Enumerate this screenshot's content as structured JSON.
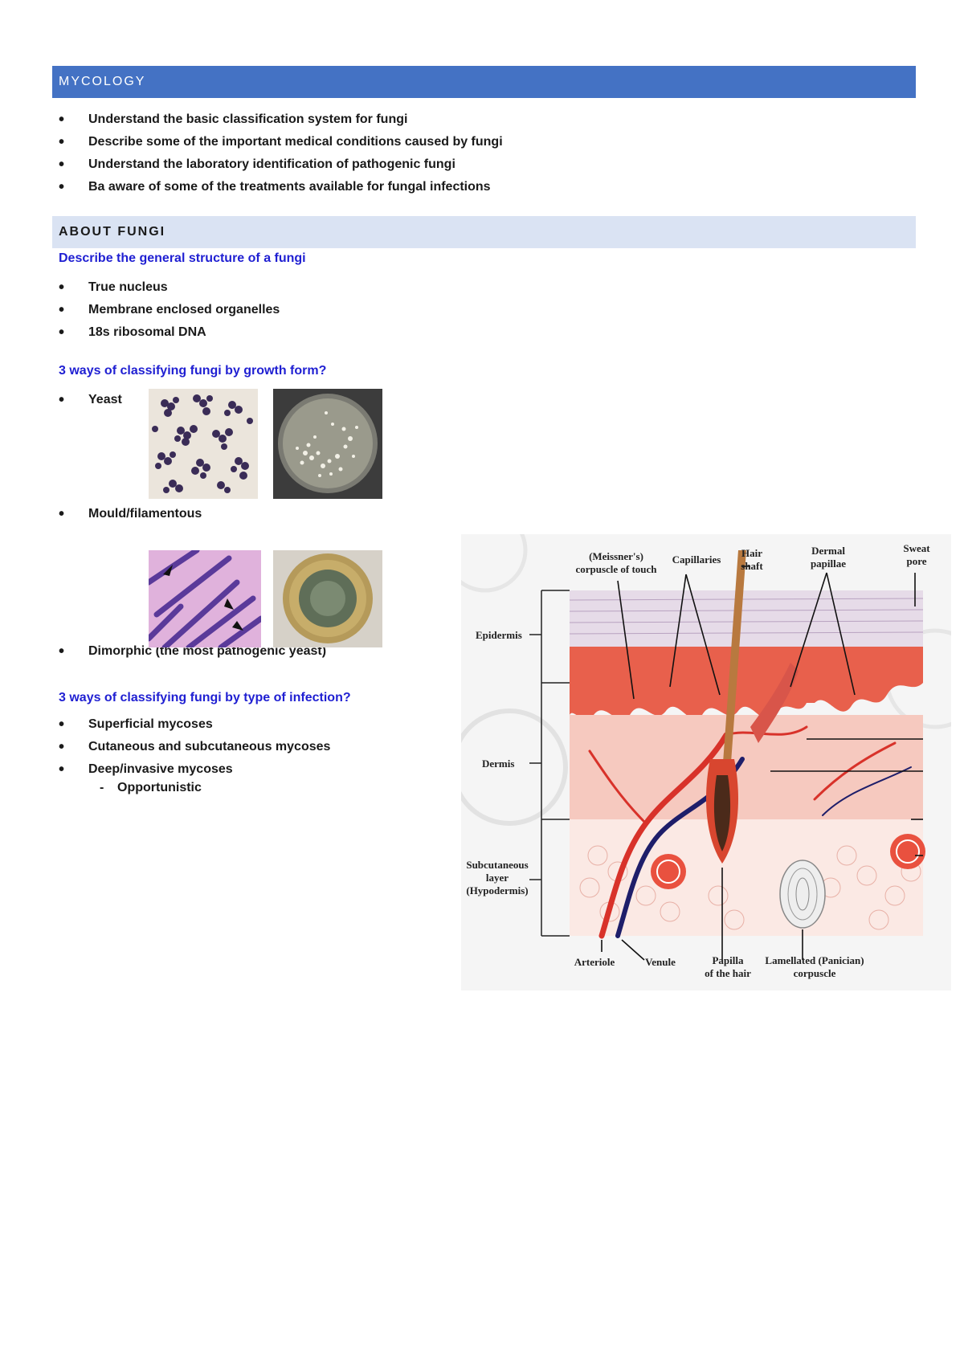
{
  "mycology": {
    "heading": "MYCOLOGY",
    "objectives": [
      "Understand the basic classification system for fungi",
      "Describe some of the important medical conditions caused by fungi",
      "Understand the laboratory identification of pathogenic fungi",
      "Ba aware of some of the treatments available for fungal infections"
    ]
  },
  "about": {
    "heading": "ABOUT FUNGI",
    "structure_question": "Describe the general structure of a fungi",
    "structure_items": [
      "True nucleus",
      "Membrane enclosed organelles",
      "18s ribosomal DNA"
    ],
    "growth_question": "3 ways of classifying fungi by growth form?",
    "growth_items": [
      "Yeast",
      "Mould/filamentous",
      "Dimorphic (the most pathogenic yeast)"
    ],
    "infection_question": "3 ways of classifying fungi by type of infection?",
    "infection_items": [
      "Superficial mycoses",
      "Cutaneous and subcutaneous mycoses",
      "Deep/invasive mycoses"
    ],
    "infection_subitem": "Opportunistic"
  },
  "skin_diagram": {
    "labels": {
      "meissner": [
        "(Meissner's)",
        "corpuscle of touch"
      ],
      "capillaries": "Capillaries",
      "hair_shaft": [
        "Hair",
        "shaft"
      ],
      "dermal_papillae": [
        "Dermal",
        "papillae"
      ],
      "sweat_pore": [
        "Sweat",
        "pore"
      ],
      "epidermis": "Epidermis",
      "dermis": "Dermis",
      "subcutaneous": [
        "Subcutaneous",
        "layer",
        "(Hypodermis)"
      ],
      "arteriole": "Arteriole",
      "venule": "Venule",
      "papilla": [
        "Papilla",
        "of the hair"
      ],
      "lamellated": [
        "Lamellated (Panician)",
        "corpuscle"
      ]
    }
  },
  "colors": {
    "heading_blue": "#4472c4",
    "heading_light": "#dae3f3",
    "question_blue": "#1f1fd2"
  }
}
